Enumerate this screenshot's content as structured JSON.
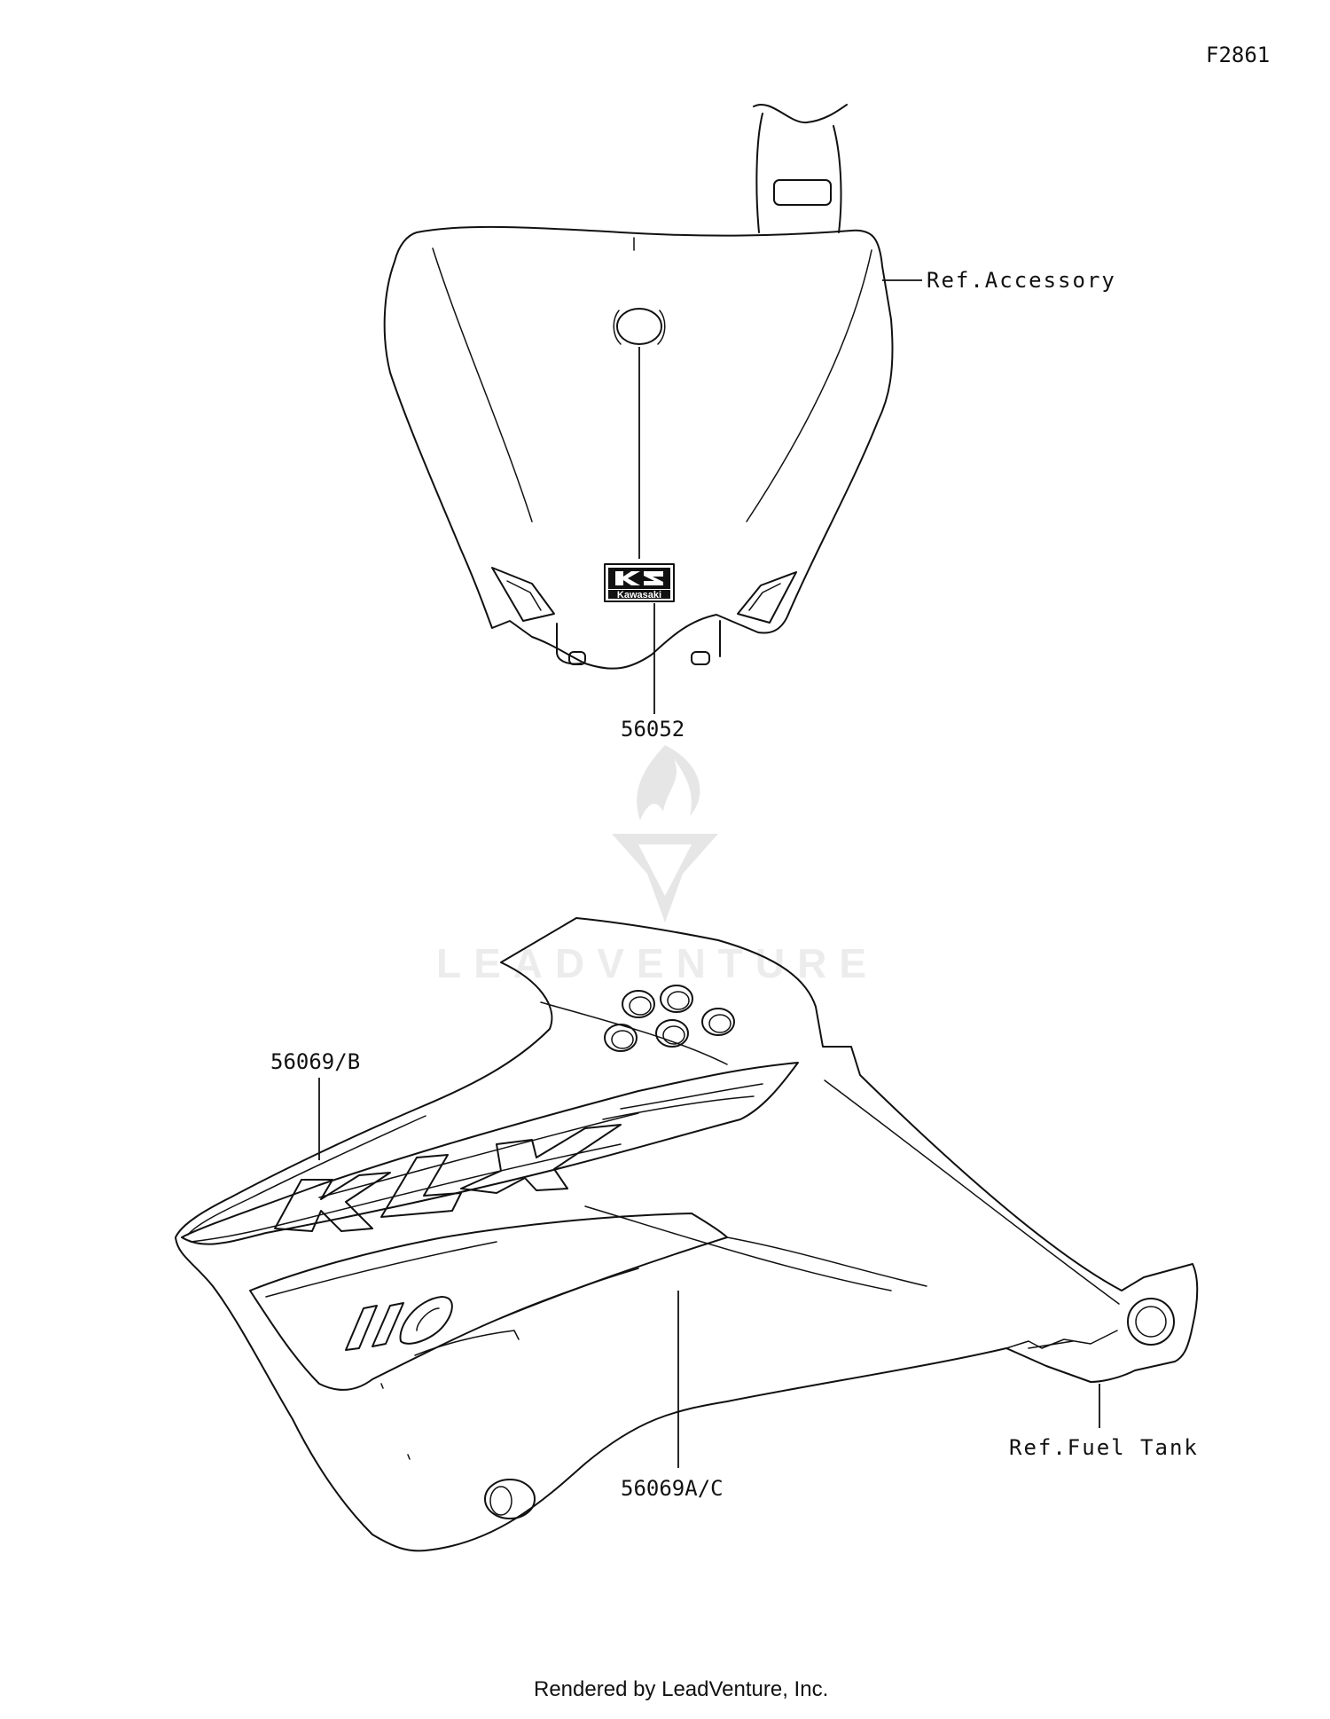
{
  "figure_code": "F2861",
  "watermark": {
    "text": "LEADVENTURE",
    "icon": "flame-v-logo-icon"
  },
  "callouts": {
    "ref_accessory": "Ref.Accessory",
    "ref_fuel_tank": "Ref.Fuel Tank",
    "part_56052": "56052",
    "part_56069b": "56069/B",
    "part_56069ac": "56069A/C"
  },
  "decals": {
    "kawasaki_badge": "Kawasaki",
    "klx_graphic": "KLX",
    "model_number": "110"
  },
  "footer": "Rendered by LeadVenture, Inc.",
  "colors": {
    "line": "#111111",
    "watermark": "#e6e6e6",
    "background": "#ffffff"
  }
}
